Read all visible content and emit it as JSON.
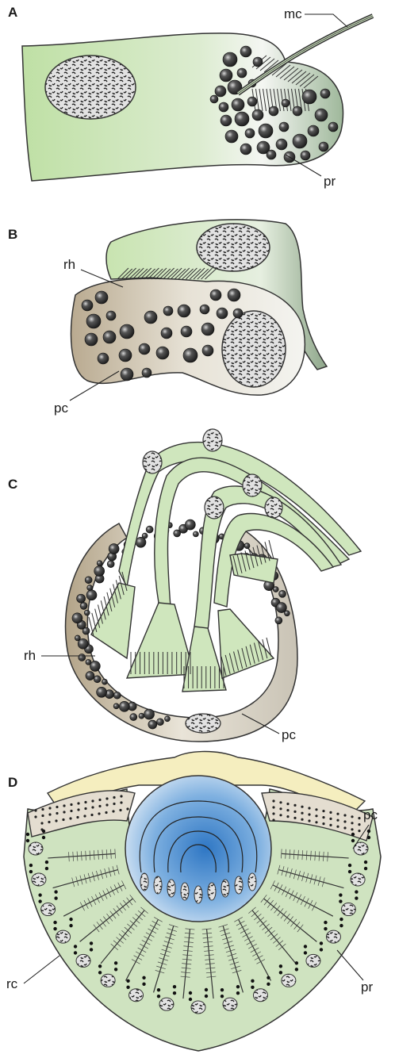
{
  "panels": {
    "a": {
      "letter": "A",
      "labels": {
        "mc": "mc",
        "pr": "pr"
      }
    },
    "b": {
      "letter": "B",
      "labels": {
        "rh": "rh",
        "pc": "pc"
      }
    },
    "c": {
      "letter": "C",
      "labels": {
        "rh": "rh",
        "pc": "pc"
      }
    },
    "d": {
      "letter": "D",
      "labels": {
        "pc": "pc",
        "rc": "rc",
        "pr": "pr"
      }
    }
  },
  "colors": {
    "receptor_green": "#c7e2b3",
    "pigment_tan": "#ddd3c3",
    "lens_blue": "#6fa3d8",
    "cornea_yellow": "#f4edbb",
    "granule_dark": "#3a3a3a",
    "outline": "#333333"
  }
}
